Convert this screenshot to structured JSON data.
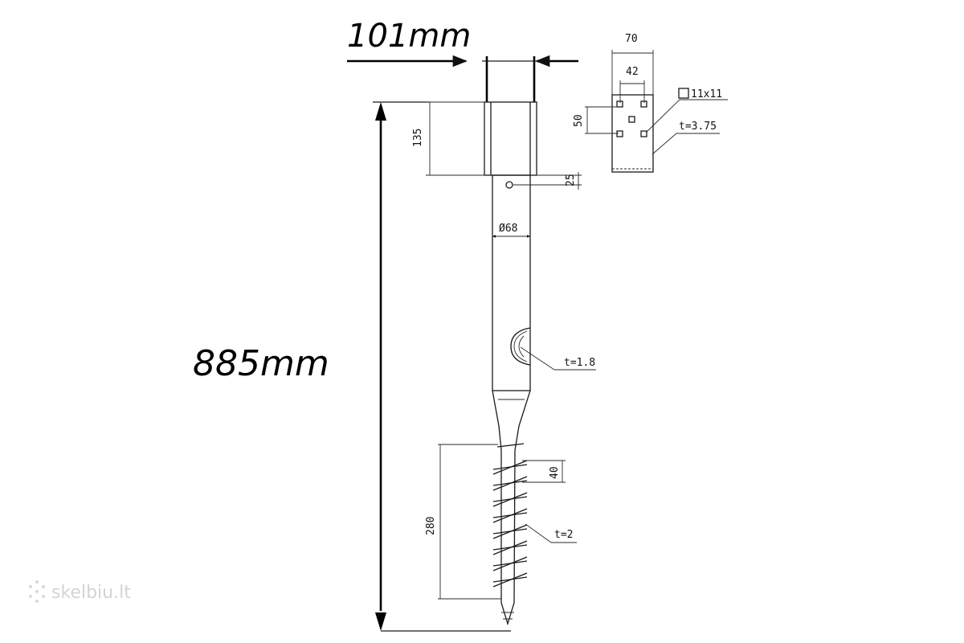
{
  "labels": {
    "top_width": "101mm",
    "total_length": "885mm",
    "bracket_height": "135",
    "hole_offset": "25",
    "tube_diameter": "Ø68",
    "tube_thickness": "t=1.8",
    "thread_pitch": "40",
    "thread_length": "280",
    "thread_thickness": "t=2",
    "plate_width": "70",
    "hole_spacing_h": "42",
    "hole_spacing_v": "50",
    "hole_size": "11x11",
    "plate_thickness": "t=3.75"
  },
  "watermark": "skelbiu.lt"
}
